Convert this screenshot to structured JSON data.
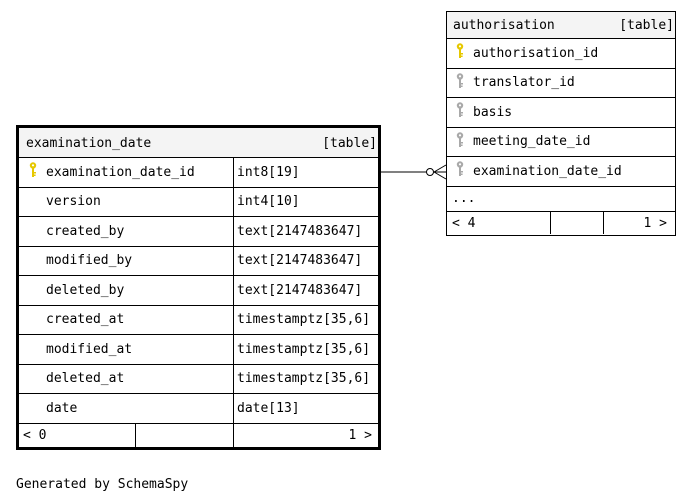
{
  "examination_date": {
    "name": "examination_date",
    "kind": "[table]",
    "columns": [
      {
        "name": "examination_date_id",
        "type": "int8[19]",
        "key": "primary"
      },
      {
        "name": "version",
        "type": "int4[10]",
        "key": ""
      },
      {
        "name": "created_by",
        "type": "text[2147483647]",
        "key": ""
      },
      {
        "name": "modified_by",
        "type": "text[2147483647]",
        "key": ""
      },
      {
        "name": "deleted_by",
        "type": "text[2147483647]",
        "key": ""
      },
      {
        "name": "created_at",
        "type": "timestamptz[35,6]",
        "key": ""
      },
      {
        "name": "modified_at",
        "type": "timestamptz[35,6]",
        "key": ""
      },
      {
        "name": "deleted_at",
        "type": "timestamptz[35,6]",
        "key": ""
      },
      {
        "name": "date",
        "type": "date[13]",
        "key": ""
      }
    ],
    "footer_left": "< 0",
    "footer_right": "1 >"
  },
  "authorisation": {
    "name": "authorisation",
    "kind": "[table]",
    "columns": [
      {
        "name": "authorisation_id",
        "key": "primary"
      },
      {
        "name": "translator_id",
        "key": "foreign"
      },
      {
        "name": "basis",
        "key": "foreign"
      },
      {
        "name": "meeting_date_id",
        "key": "foreign"
      },
      {
        "name": "examination_date_id",
        "key": "foreign"
      }
    ],
    "more": "...",
    "footer_left": "< 4",
    "footer_right": "1 >"
  },
  "footer_text": "Generated by SchemaSpy",
  "colors": {
    "primary_key": "#e6c800",
    "foreign_key": "#a9a9a9",
    "header_bg": "#f4f4f4",
    "border": "#000000"
  },
  "icons": {
    "primary_key": "key-icon",
    "foreign_key": "key-icon"
  }
}
